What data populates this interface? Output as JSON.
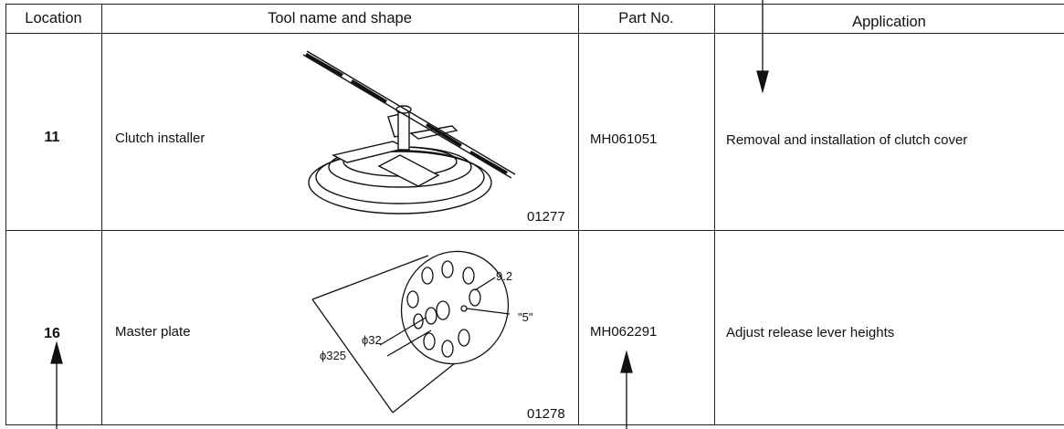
{
  "headers": {
    "location": "Location",
    "tool": "Tool name and shape",
    "part": "Part No.",
    "application": "Application"
  },
  "rows": [
    {
      "location": "11",
      "tool_name": "Clutch installer",
      "figure_number": "01277",
      "part_no": "MH061051",
      "application": "Removal and installation of clutch cover"
    },
    {
      "location": "16",
      "tool_name": "Master plate",
      "figure_number": "01278",
      "part_no": "MH062291",
      "application": "Adjust release lever heights",
      "dimensions": {
        "hole": "9.2",
        "marker": "\"5\"",
        "inner": "ϕ32",
        "outer": "ϕ325"
      }
    }
  ]
}
